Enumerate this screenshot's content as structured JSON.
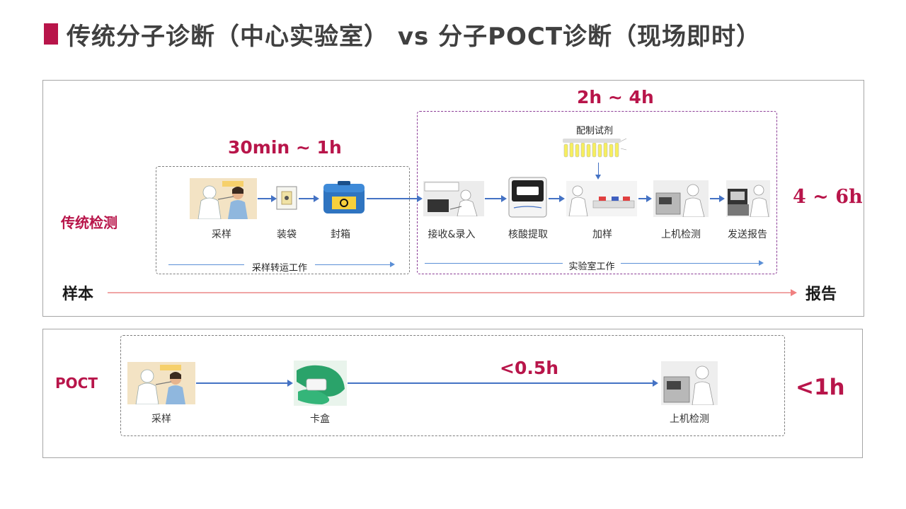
{
  "title": "传统分子诊断（中心实验室） vs 分子POCT诊断（现场即时）",
  "traditional": {
    "row_label": "传统检测",
    "transport_time": "30min ~ 1h",
    "lab_time": "2h ~ 4h",
    "total_time": "4 ~ 6h",
    "transport_caption": "采样转运工作",
    "lab_caption": "实验室工作",
    "reagent_label": "配制试剂",
    "steps": [
      {
        "label": "采样",
        "icon": "sampling-scene-icon"
      },
      {
        "label": "装袋",
        "icon": "specimen-bag-icon"
      },
      {
        "label": "封箱",
        "icon": "biohazard-box-icon"
      },
      {
        "label": "接收&录入",
        "icon": "data-entry-scene-icon"
      },
      {
        "label": "核酸提取",
        "icon": "pcr-instrument-icon"
      },
      {
        "label": "加样",
        "icon": "pipetting-scene-icon"
      },
      {
        "label": "上机检测",
        "icon": "instrument-testing-icon"
      },
      {
        "label": "发送报告",
        "icon": "report-sending-icon"
      }
    ],
    "sample_label": "样本",
    "report_label": "报告"
  },
  "poct": {
    "row_label": "POCT",
    "flow_time": "<0.5h",
    "total_time": "<1h",
    "steps": [
      {
        "label": "采样",
        "icon": "sampling-scene-icon"
      },
      {
        "label": "卡盒",
        "icon": "cartridge-gloves-icon"
      },
      {
        "label": "上机检测",
        "icon": "instrument-testing-icon"
      }
    ]
  },
  "colors": {
    "accent": "#b8154a",
    "flow_arrow": "#4472c4",
    "lab_border": "#8b3c96",
    "timeline": "#f08080"
  }
}
